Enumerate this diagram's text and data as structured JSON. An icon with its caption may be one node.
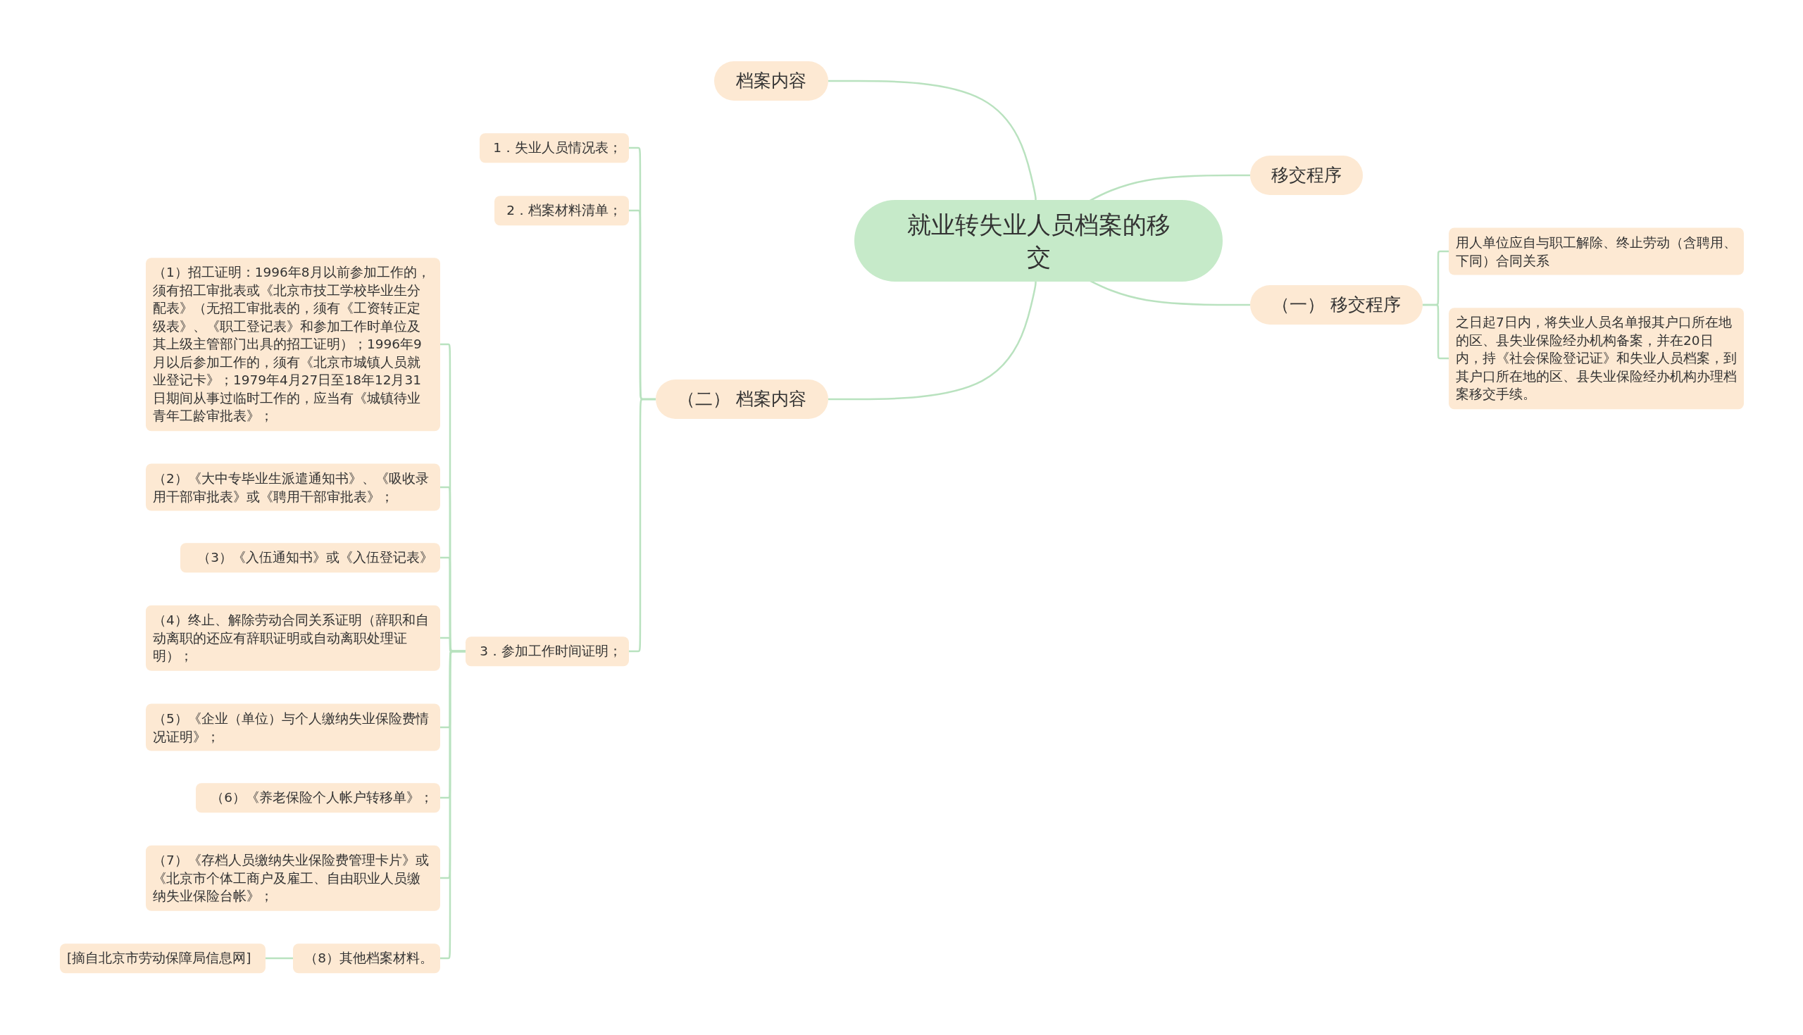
{
  "diagram": {
    "nodes": [
      {
        "text": [
          "就业转失业人员档案的移交"
        ]
      },
      {
        "text": [
          "档案内容"
        ]
      },
      {
        "text": [
          "移交程序"
        ]
      },
      {
        "text": [
          "（一） 移交程序"
        ]
      },
      {
        "text": [
          "用人单位应自与职工解除、终止劳动（含聘用、下同）合同关系"
        ]
      },
      {
        "text": [
          "之日起7日内，将失业人员名单报其户口所在地的区、县失业保险经办机构备案，并在20日内，持《社会保险登记证》和失业人员档案，到其户口所在地的区、县失业保险经办机构办理档案移交手续。"
        ]
      },
      {
        "text": [
          "（二） 档案内容"
        ]
      },
      {
        "text": [
          "1．失业人员情况表；"
        ]
      },
      {
        "text": [
          "2．档案材料清单；"
        ]
      },
      {
        "text": [
          "3．参加工作时间证明；"
        ]
      },
      {
        "text": [
          "（1）招工证明：1996年8月以前参加工作的，须有招工审批表或《北京市技工学校毕业生分配表》（无招工审批表的，须有《工资转正定级表》、《职工登记表》和参加工作时单位及其上级主管部门出具的招工证明）；1996年9月以后参加工作的，须有《北京市城镇人员就业登记卡》；1979年4月27日至18年12月31日期间从事过临时工作的，应当有《城镇待业青年工龄审批表》；"
        ]
      },
      {
        "text": [
          "（2）《大中专毕业生派遣通知书》、《吸收录用干部审批表》或《聘用干部审批表》；"
        ]
      },
      {
        "text": [
          "（3）《入伍通知书》或《入伍登记表》"
        ]
      },
      {
        "text": [
          "（4）终止、解除劳动合同关系证明（辞职和自动离职的还应有辞职证明或自动离职处理证明）；"
        ]
      },
      {
        "text": [
          "（5）《企业（单位）与个人缴纳失业保险费情况证明》；"
        ]
      },
      {
        "text": [
          "（6）《养老保险个人帐户转移单》；"
        ]
      },
      {
        "text": [
          "（7）《存档人员缴纳失业保险费管理卡片》或《北京市个体工商户及雇工、自由职业人员缴纳失业保险台帐》；"
        ]
      },
      {
        "text": [
          "（8）其他档案材料。"
        ]
      },
      {
        "text": [
          "[摘自北京市劳动保障局信息网]"
        ]
      }
    ],
    "edges": [
      {
        "from": 0,
        "to": 1,
        "arrow": "none"
      },
      {
        "from": 0,
        "to": 2,
        "arrow": "none"
      },
      {
        "from": 0,
        "to": 3,
        "arrow": "none"
      },
      {
        "from": 3,
        "to": 4,
        "arrow": "none"
      },
      {
        "from": 3,
        "to": 5,
        "arrow": "none"
      },
      {
        "from": 0,
        "to": 6,
        "arrow": "none"
      },
      {
        "from": 6,
        "to": 7,
        "arrow": "none"
      },
      {
        "from": 6,
        "to": 8,
        "arrow": "none"
      },
      {
        "from": 6,
        "to": 9,
        "arrow": "none"
      },
      {
        "from": 9,
        "to": 10,
        "arrow": "none"
      },
      {
        "from": 9,
        "to": 11,
        "arrow": "none"
      },
      {
        "from": 9,
        "to": 12,
        "arrow": "none"
      },
      {
        "from": 9,
        "to": 13,
        "arrow": "none"
      },
      {
        "from": 9,
        "to": 14,
        "arrow": "none"
      },
      {
        "from": 9,
        "to": 15,
        "arrow": "none"
      },
      {
        "from": 9,
        "to": 16,
        "arrow": "none"
      },
      {
        "from": 9,
        "to": 17,
        "arrow": "none"
      },
      {
        "from": 17,
        "to": 18,
        "arrow": "none"
      }
    ]
  }
}
